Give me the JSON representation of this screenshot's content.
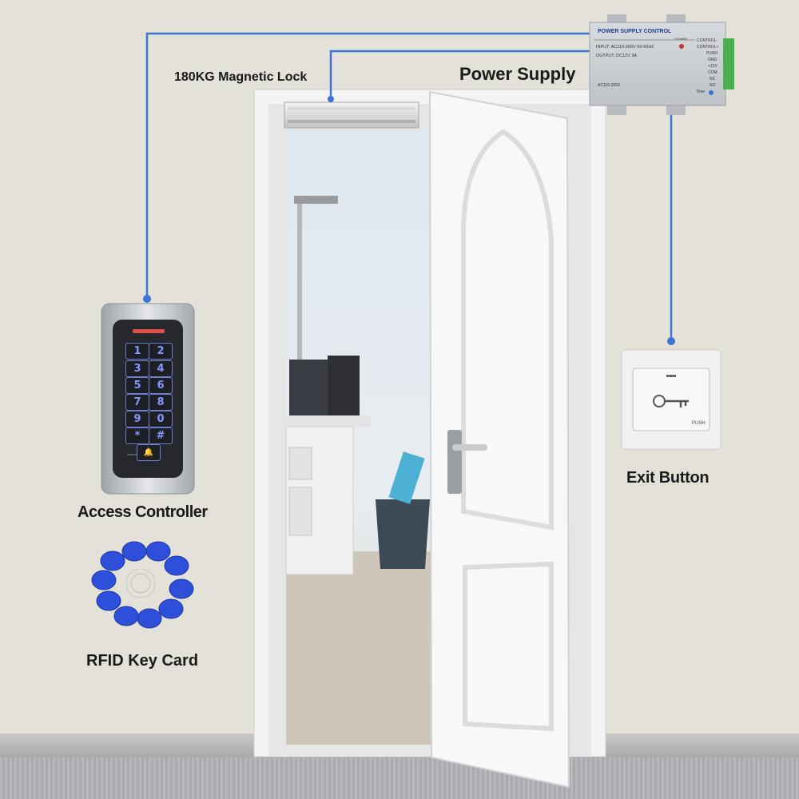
{
  "labels": {
    "magnetic_lock": "180KG Magnetic Lock",
    "power_supply": "Power Supply",
    "access_controller": "Access Controller",
    "exit_button": "Exit Button",
    "rfid_key_card": "RFID Key Card"
  },
  "power_supply_box": {
    "title": "POWER SUPPLY CONTROL",
    "input": "INPUT: AC110-260V 50-60HZ",
    "output": "OUTPUT: DC12V 3A",
    "power_led": "POWER",
    "ac": "AC110-260V",
    "time": "Time",
    "terminals": [
      "CONTROL-",
      "CONTROL+",
      "PUSH",
      "GND",
      "+12V",
      "COM",
      "NC",
      "NO"
    ]
  },
  "keypad": {
    "keys": [
      "1",
      "2",
      "3",
      "4",
      "5",
      "6",
      "7",
      "8",
      "9",
      "0",
      "*",
      "#"
    ],
    "bell": "🔔"
  },
  "exit_button_panel": {
    "push_label": "PUSH"
  },
  "colors": {
    "wire": "#3b74d6",
    "wall": "#e3e1d8",
    "door": "#f7f7f7",
    "key_text": "#8597ff",
    "tag": "#2d4fd9"
  }
}
